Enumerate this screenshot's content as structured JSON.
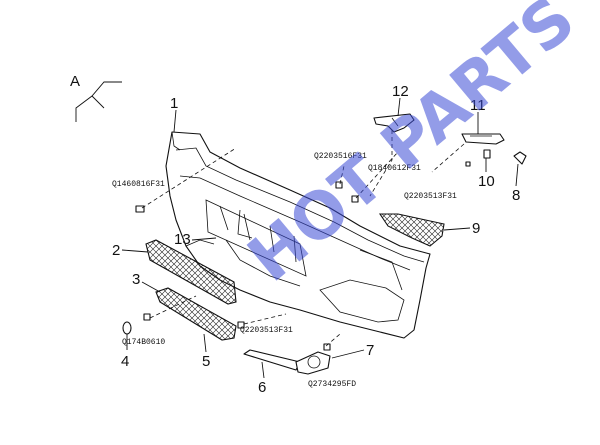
{
  "view_marker": "A",
  "watermark": "HOT PARTS",
  "callouts": [
    {
      "id": "1",
      "label": "1"
    },
    {
      "id": "2",
      "label": "2"
    },
    {
      "id": "3",
      "label": "3"
    },
    {
      "id": "4",
      "label": "4"
    },
    {
      "id": "5",
      "label": "5"
    },
    {
      "id": "6",
      "label": "6"
    },
    {
      "id": "7",
      "label": "7"
    },
    {
      "id": "8",
      "label": "8"
    },
    {
      "id": "9",
      "label": "9"
    },
    {
      "id": "10",
      "label": "10"
    },
    {
      "id": "11",
      "label": "11"
    },
    {
      "id": "12",
      "label": "12"
    },
    {
      "id": "13",
      "label": "13"
    }
  ],
  "part_codes": [
    "Q1460816F31",
    "Q2203516F31",
    "Q1840612F31",
    "Q2203513F31",
    "Q174B0610",
    "Q2203513F31",
    "Q2734295FD"
  ]
}
